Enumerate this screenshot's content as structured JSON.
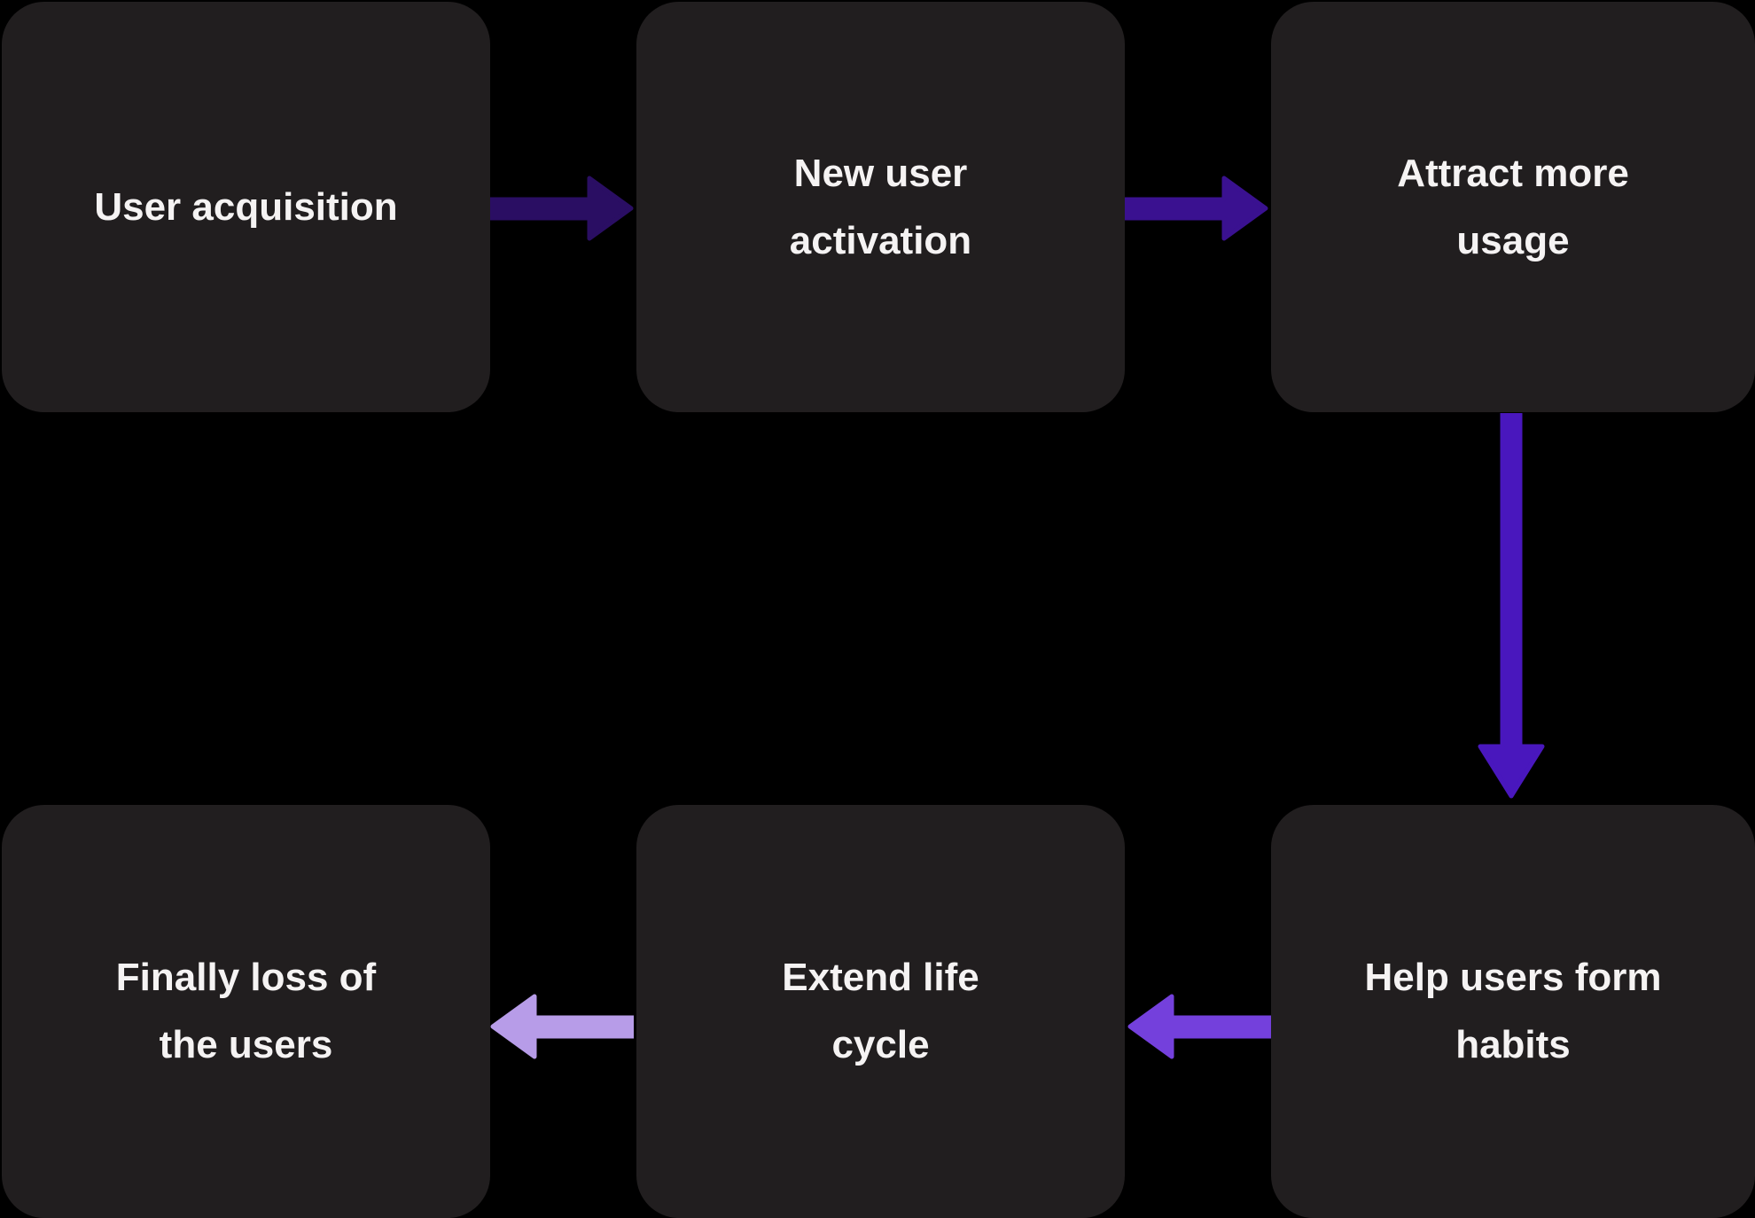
{
  "theme": {
    "background": "#000000",
    "node_fill": "#211e1f",
    "node_text_color": "#f5f3f3"
  },
  "nodes": [
    {
      "name": "user-acquisition",
      "lines": [
        "User acquisition"
      ]
    },
    {
      "name": "new-user-activation",
      "lines": [
        "New user",
        "activation"
      ]
    },
    {
      "name": "attract-more-usage",
      "lines": [
        "Attract more",
        "usage"
      ]
    },
    {
      "name": "help-users-form-habits",
      "lines": [
        "Help users form",
        "habits"
      ]
    },
    {
      "name": "extend-life-cycle",
      "lines": [
        "Extend life",
        "cycle"
      ]
    },
    {
      "name": "finally-loss-of-users",
      "lines": [
        "Finally loss of",
        "the users"
      ]
    }
  ],
  "arrows": [
    {
      "name": "user-acquisition-to-new-user-activation",
      "direction": "right",
      "color": "#2a0e63"
    },
    {
      "name": "new-user-activation-to-attract-more-usage",
      "direction": "right",
      "color": "#3a1190"
    },
    {
      "name": "attract-more-usage-to-help-users-form-habits",
      "direction": "down",
      "color": "#4917bd"
    },
    {
      "name": "help-users-form-habits-to-extend-life-cycle",
      "direction": "left",
      "color": "#7440dc"
    },
    {
      "name": "extend-life-cycle-to-finally-loss-of-users",
      "direction": "left",
      "color": "#b79ce8"
    }
  ]
}
